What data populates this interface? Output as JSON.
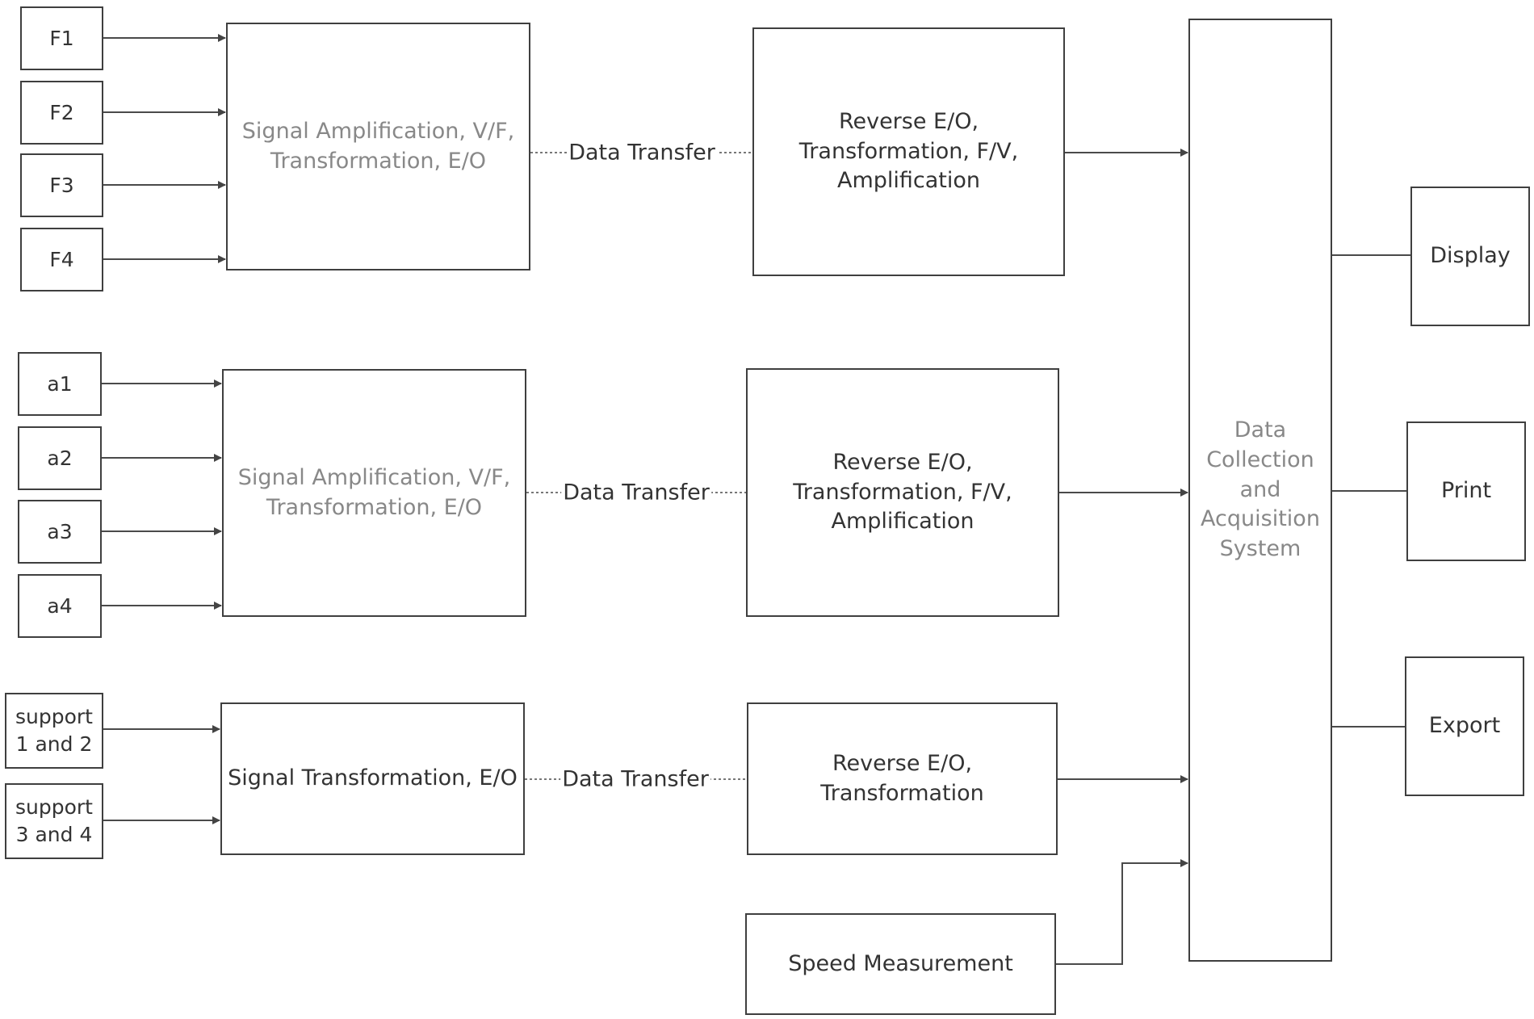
{
  "inputs_force": [
    "F1",
    "F2",
    "F3",
    "F4"
  ],
  "inputs_accel": [
    "a1",
    "a2",
    "a3",
    "a4"
  ],
  "inputs_support": [
    "support\n1 and 2",
    "support\n3 and 4"
  ],
  "transmitters": [
    "Signal Amplification, V/F,\nTransformation, E/O",
    "Signal Amplification, V/F,\nTransformation, E/O",
    "Signal  Transformation, E/O"
  ],
  "link_labels": [
    "Data Transfer",
    "Data Transfer",
    "Data Transfer"
  ],
  "receivers": [
    "Reverse E/O,\nTransformation, F/V,\nAmplification",
    "Reverse E/O,\nTransformation, F/V,\nAmplification",
    "Reverse  E/O,\nTransformation"
  ],
  "speed_measurement": "Speed Measurement",
  "acquisition_system": "Data\nCollection\nand\nAcquisition\nSystem",
  "outputs": [
    "Display",
    "Print",
    "Export"
  ]
}
